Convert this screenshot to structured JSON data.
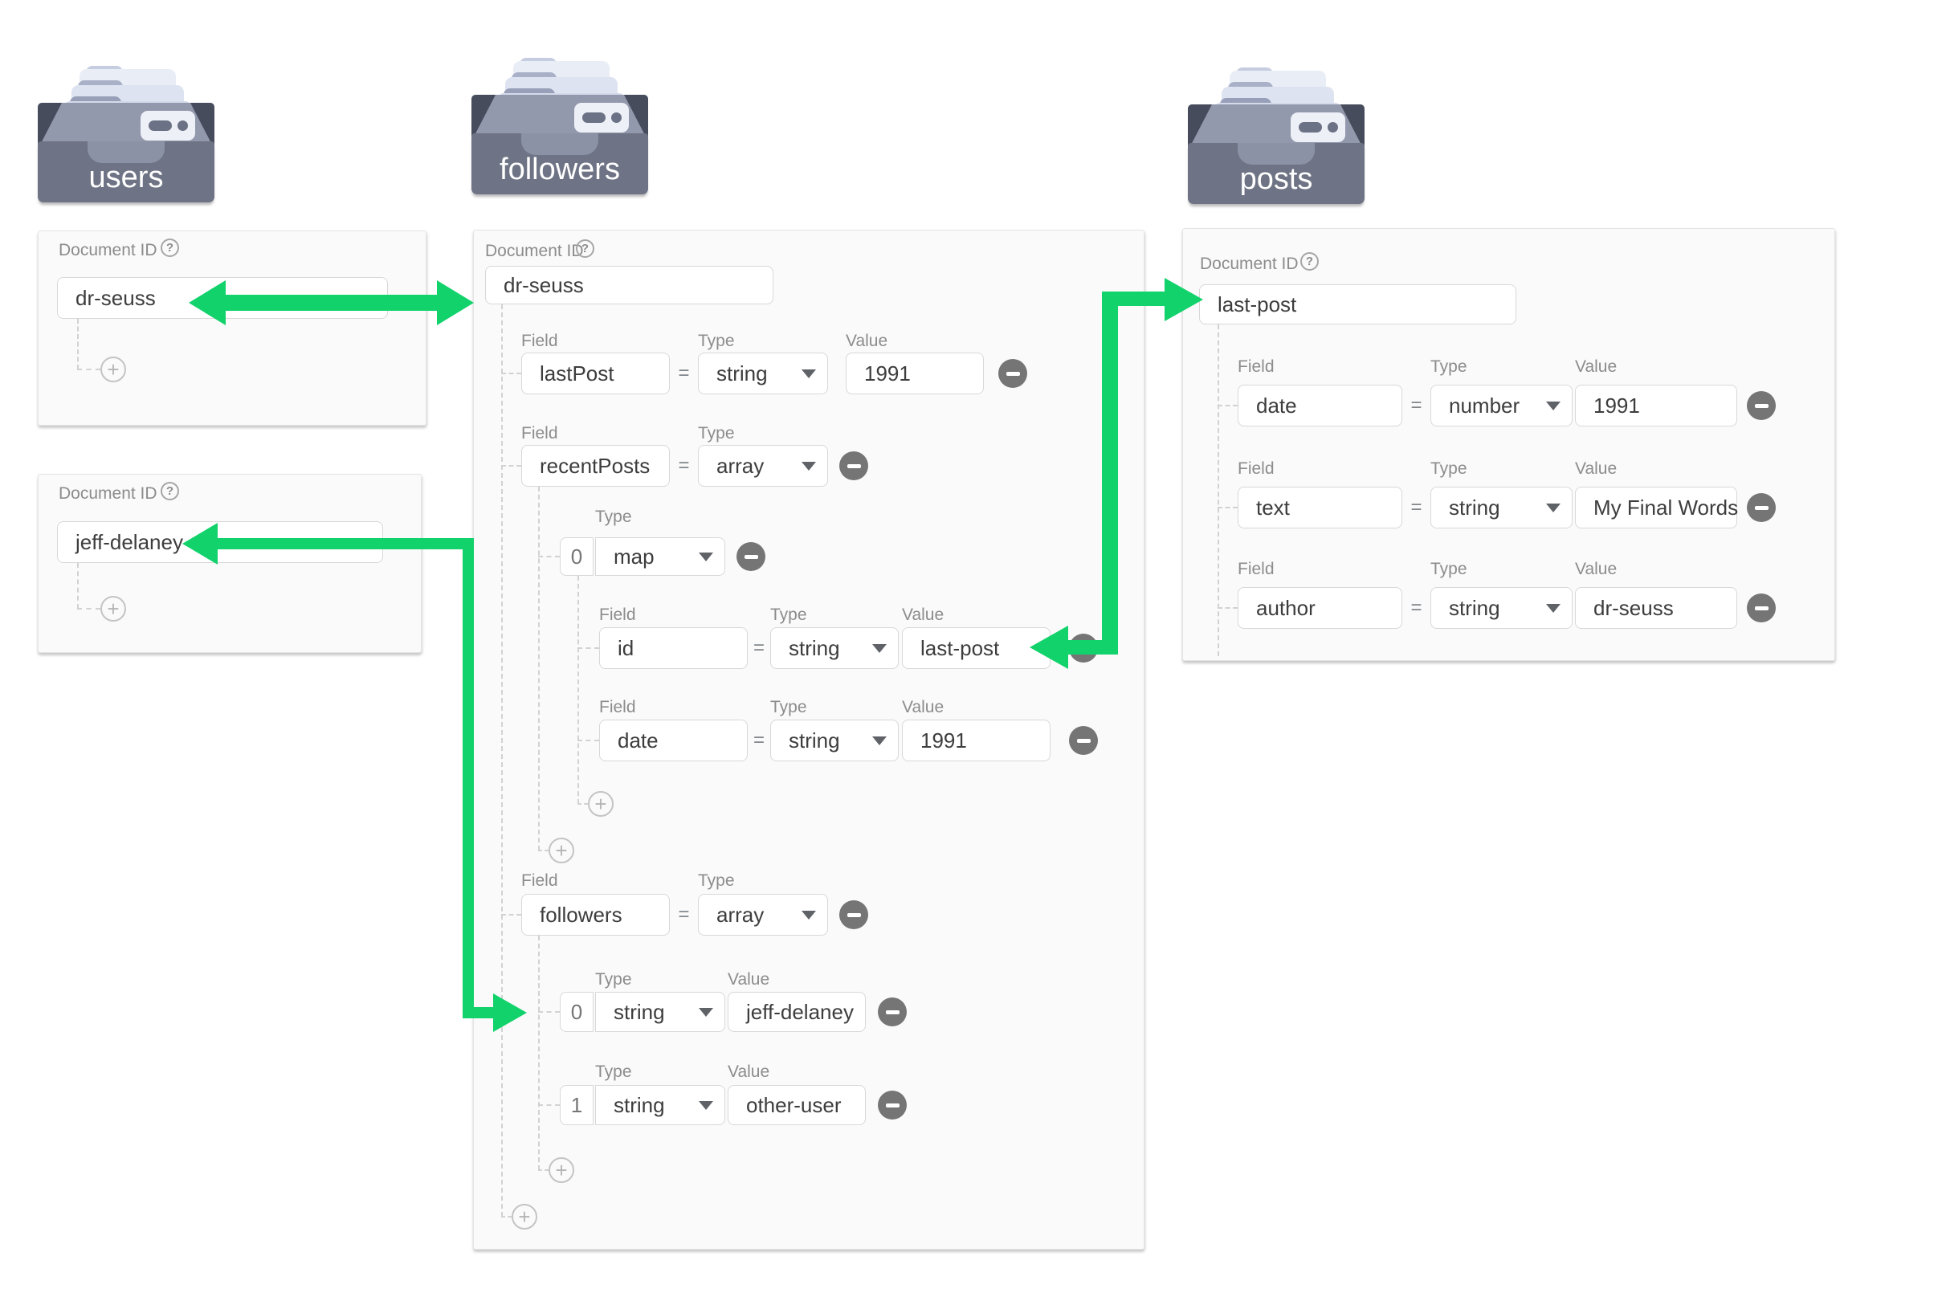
{
  "collections": [
    {
      "name": "users"
    },
    {
      "name": "followers"
    },
    {
      "name": "posts"
    }
  ],
  "ui": {
    "document_id_label": "Document ID",
    "field_label": "Field",
    "type_label": "Type",
    "value_label": "Value",
    "equals": "=",
    "help_glyph": "?",
    "plus_glyph": "+"
  },
  "users_collection": {
    "documents": [
      {
        "doc_id": "dr-seuss"
      },
      {
        "doc_id": "jeff-delaney"
      }
    ]
  },
  "followers_collection": {
    "document": {
      "doc_id": "dr-seuss",
      "lastPost": {
        "field": "lastPost",
        "type": "string",
        "value": "1991"
      },
      "recentPosts": {
        "field": "recentPosts",
        "type": "array",
        "items": [
          {
            "index": "0",
            "type": "map",
            "fields": [
              {
                "field": "id",
                "type": "string",
                "value": "last-post"
              },
              {
                "field": "date",
                "type": "string",
                "value": "1991"
              }
            ]
          }
        ]
      },
      "followers": {
        "field": "followers",
        "type": "array",
        "items": [
          {
            "index": "0",
            "type": "string",
            "value": "jeff-delaney"
          },
          {
            "index": "1",
            "type": "string",
            "value": "other-user"
          }
        ]
      }
    }
  },
  "posts_collection": {
    "document": {
      "doc_id": "last-post",
      "fields": [
        {
          "field": "date",
          "type": "number",
          "value": "1991"
        },
        {
          "field": "text",
          "type": "string",
          "value": "My Final Words"
        },
        {
          "field": "author",
          "type": "string",
          "value": "dr-seuss"
        }
      ]
    }
  },
  "colors": {
    "arrow_green": "#12d26c",
    "box_front": "#6e7485",
    "box_wall": "#474c5c",
    "card_bg": "#fafafa"
  }
}
